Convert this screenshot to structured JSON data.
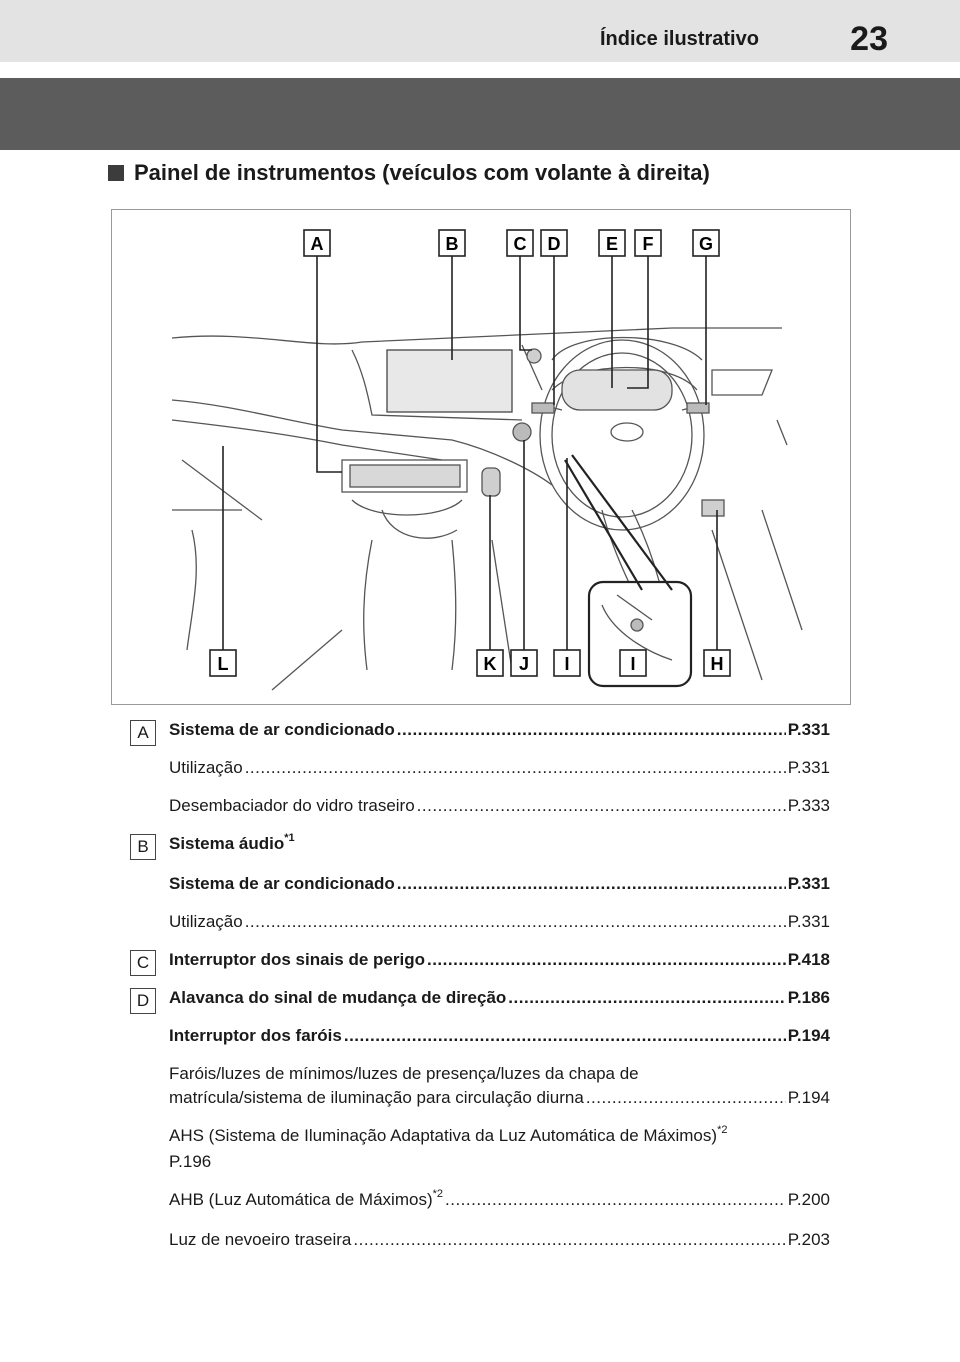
{
  "header": {
    "title": "Índice ilustrativo",
    "page_number": "23"
  },
  "section": {
    "heading": "Painel de instrumentos (veículos com volante à direita)"
  },
  "figure": {
    "callouts_top": [
      "A",
      "B",
      "C",
      "D",
      "E",
      "F",
      "G"
    ],
    "callouts_bottom": [
      "L",
      "K",
      "J",
      "I",
      "I",
      "H"
    ]
  },
  "entries": {
    "A": {
      "badge": "A",
      "items": [
        {
          "text": "Sistema de ar condicionado",
          "page": "P.331",
          "bold": true
        },
        {
          "text": "Utilização",
          "page": "P.331",
          "bold": false
        },
        {
          "text": "Desembaciador do vidro traseiro",
          "page": "P.333",
          "bold": false
        }
      ]
    },
    "B": {
      "badge": "B",
      "title": "Sistema áudio",
      "title_sup": "*1",
      "items": [
        {
          "text": "Sistema de ar condicionado",
          "page": "P.331",
          "bold": true
        },
        {
          "text": "Utilização",
          "page": "P.331",
          "bold": false
        }
      ]
    },
    "C": {
      "badge": "C",
      "items": [
        {
          "text": "Interruptor dos sinais de perigo",
          "page": "P.418",
          "bold": true
        }
      ]
    },
    "D": {
      "badge": "D",
      "items": [
        {
          "text": "Alavanca do sinal de mudança de direção",
          "page": "P.186",
          "bold": true
        },
        {
          "text": "Interruptor dos faróis",
          "page": "P.194",
          "bold": true
        }
      ],
      "lights_line1": "Faróis/luzes de mínimos/luzes de presença/luzes da chapa de",
      "lights_line2": "matrícula/sistema de iluminação para circulação diurna",
      "lights_page": "P.194",
      "ahs_text": "AHS (Sistema de Iluminação Adaptativa da Luz Automática de Máximos)",
      "ahs_sup": "*2",
      "ahs_page": "P.196",
      "ahb_text": "AHB (Luz Automática de Máximos)",
      "ahb_sup": "*2",
      "ahb_page": "P.200",
      "fog_text": "Luz de nevoeiro traseira",
      "fog_page": "P.203"
    }
  },
  "colors": {
    "top_band": "#e3e3e3",
    "dark_band": "#5c5c5c",
    "text": "#1a1a1a"
  }
}
